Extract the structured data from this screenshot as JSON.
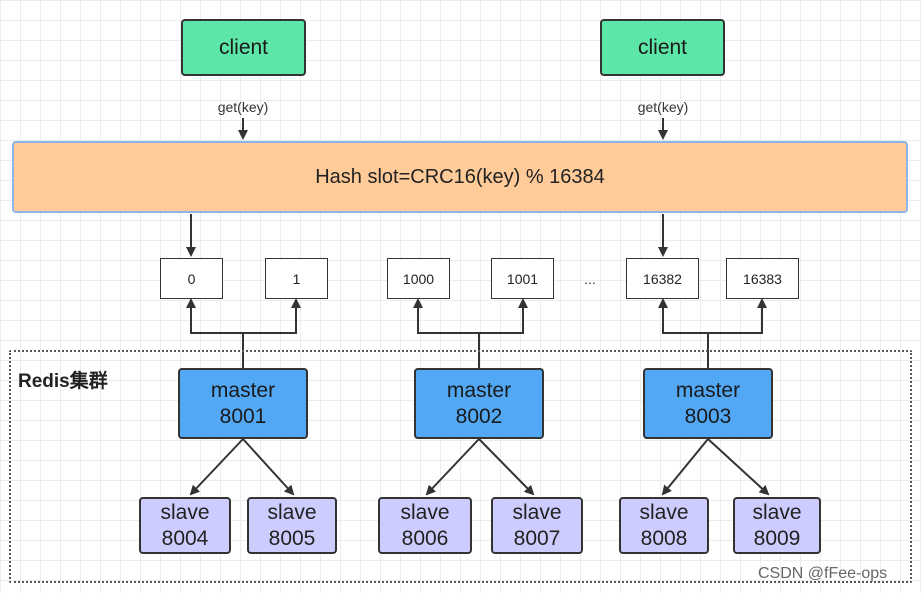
{
  "clients": [
    {
      "label": "client",
      "request": "get(key)"
    },
    {
      "label": "client",
      "request": "get(key)"
    }
  ],
  "hash_formula": "Hash slot=CRC16(key) % 16384",
  "slots": [
    "0",
    "1",
    "1000",
    "1001",
    "16382",
    "16383"
  ],
  "slots_ellipsis": "...",
  "cluster": {
    "title": "Redis集群",
    "masters": [
      {
        "role": "master",
        "port": "8001"
      },
      {
        "role": "master",
        "port": "8002"
      },
      {
        "role": "master",
        "port": "8003"
      }
    ],
    "slaves": [
      {
        "role": "slave",
        "port": "8004"
      },
      {
        "role": "slave",
        "port": "8005"
      },
      {
        "role": "slave",
        "port": "8006"
      },
      {
        "role": "slave",
        "port": "8007"
      },
      {
        "role": "slave",
        "port": "8008"
      },
      {
        "role": "slave",
        "port": "8009"
      }
    ]
  },
  "watermark": "CSDN @fFee-ops",
  "colors": {
    "client": "#5ce6a8",
    "hash": "#ffcc99",
    "master": "#52a8f5",
    "slave": "#ccccff",
    "stroke": "#333333"
  }
}
